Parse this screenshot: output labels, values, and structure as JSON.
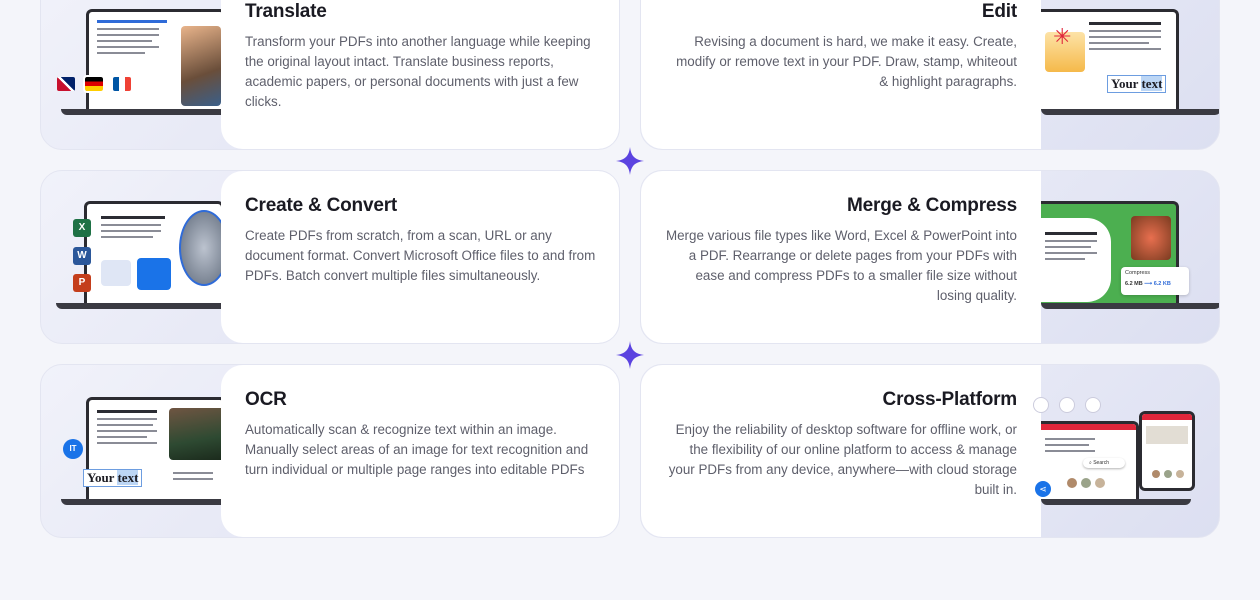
{
  "features": [
    {
      "id": "translate",
      "title": "Translate",
      "description": "Transform your PDFs into another language while keeping the original layout intact. Translate business reports, academic papers, or personal documents with just a few clicks."
    },
    {
      "id": "edit",
      "title": "Edit",
      "description": "Revising a document is hard, we make it easy. Create, modify or remove text in your PDF. Draw, stamp, whiteout & highlight paragraphs.",
      "art_text": {
        "word1": "Your",
        "word2": "text"
      }
    },
    {
      "id": "create-convert",
      "title": "Create & Convert",
      "description": "Create PDFs from scratch, from a scan, URL or any document format. Convert Microsoft Office files to and from PDFs. Batch convert multiple files simultaneously.",
      "art_icons": [
        "X",
        "W",
        "P"
      ]
    },
    {
      "id": "merge-compress",
      "title": "Merge & Compress",
      "description": "Merge various file types like Word, Excel & PowerPoint into a PDF. Rearrange or delete pages from your PDFs with ease and compress PDFs to a smaller file size without losing quality.",
      "art_compress": {
        "label": "Compress",
        "from": "6.2 MB",
        "to": "6.2 KB"
      }
    },
    {
      "id": "ocr",
      "title": "OCR",
      "description": "Automatically scan & recognize text within an image. Manually select areas of an image for text recognition and turn individual or multiple page ranges into editable PDFs",
      "art_text": {
        "word1": "Your",
        "word2": "text"
      },
      "art_badge": "IT"
    },
    {
      "id": "cross-platform",
      "title": "Cross-Platform",
      "description": "Enjoy the reliability of desktop software for offline work, or the flexibility of our online platform to access & manage your PDFs from any device, anywhere—with cloud storage built in.",
      "art_search": "Search"
    }
  ],
  "colors": {
    "accent": "#5b43e0",
    "word": "#2b579a",
    "excel": "#1e7145",
    "powerpoint": "#c43e1c",
    "card_bg": "#ffffff",
    "page_bg": "#f4f5fa"
  }
}
